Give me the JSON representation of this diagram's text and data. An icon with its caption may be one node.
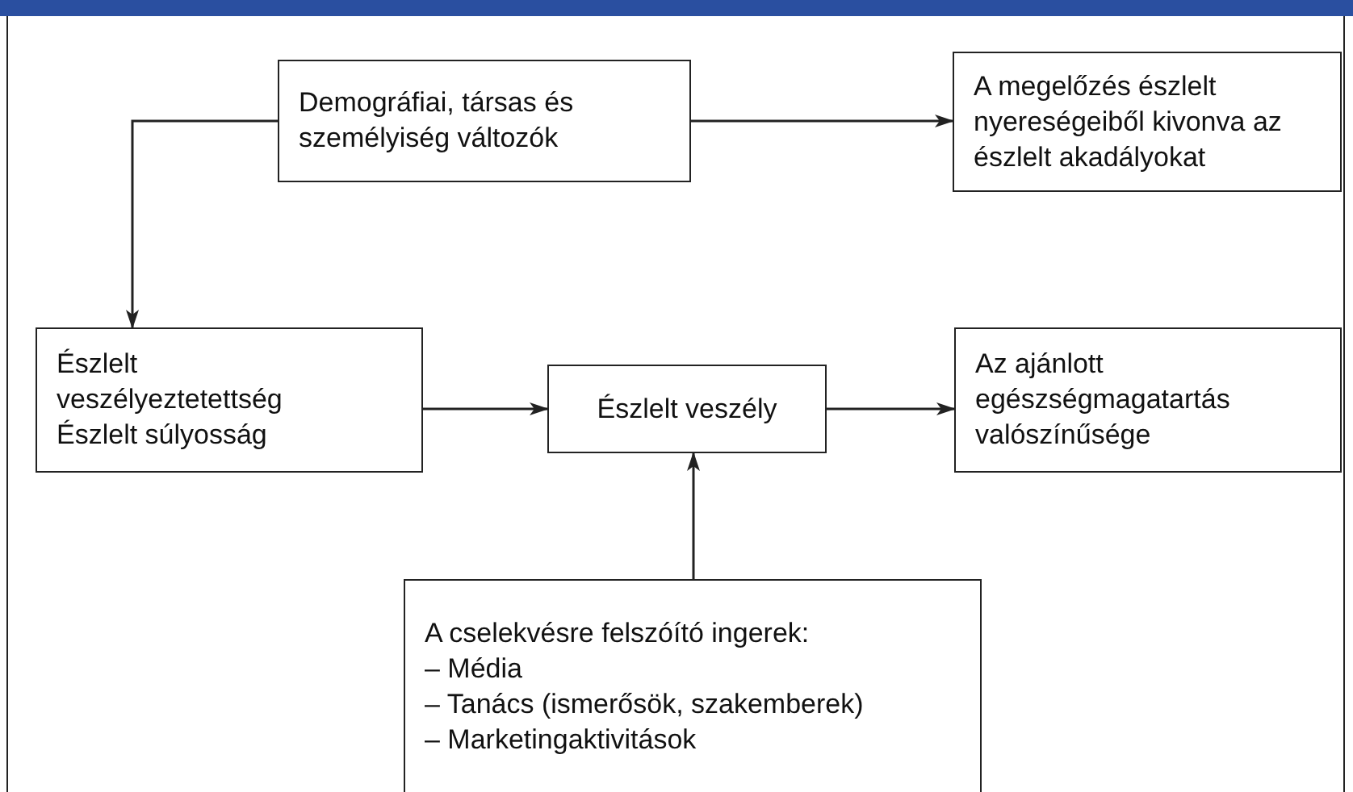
{
  "diagram": {
    "nodes": [
      {
        "text": [
          "Demográfiai, társas és személyiség változók"
        ]
      },
      {
        "text": [
          "A megelőzés észlelt nyereségeiből kivonva az észlelt akadályokat"
        ]
      },
      {
        "text": [
          "Észlelt veszélyeztetettség",
          "Észlelt súlyosság"
        ]
      },
      {
        "text": [
          "Észlelt veszély"
        ]
      },
      {
        "text": [
          "Az ajánlott egészségmagatartás valószínűsége"
        ]
      },
      {
        "text": [
          "A cselekvésre felszóító ingerek:",
          "– Média",
          "– Tanács (ismerősök, szakemberek)",
          "– Marketingaktivitások"
        ]
      }
    ],
    "edges": [
      {
        "from": 0,
        "to": 1,
        "arrow": "to"
      },
      {
        "from": 0,
        "to": 2,
        "arrow": "to"
      },
      {
        "from": 2,
        "to": 3,
        "arrow": "to"
      },
      {
        "from": 3,
        "to": 4,
        "arrow": "to"
      },
      {
        "from": 5,
        "to": 3,
        "arrow": "to"
      }
    ]
  }
}
